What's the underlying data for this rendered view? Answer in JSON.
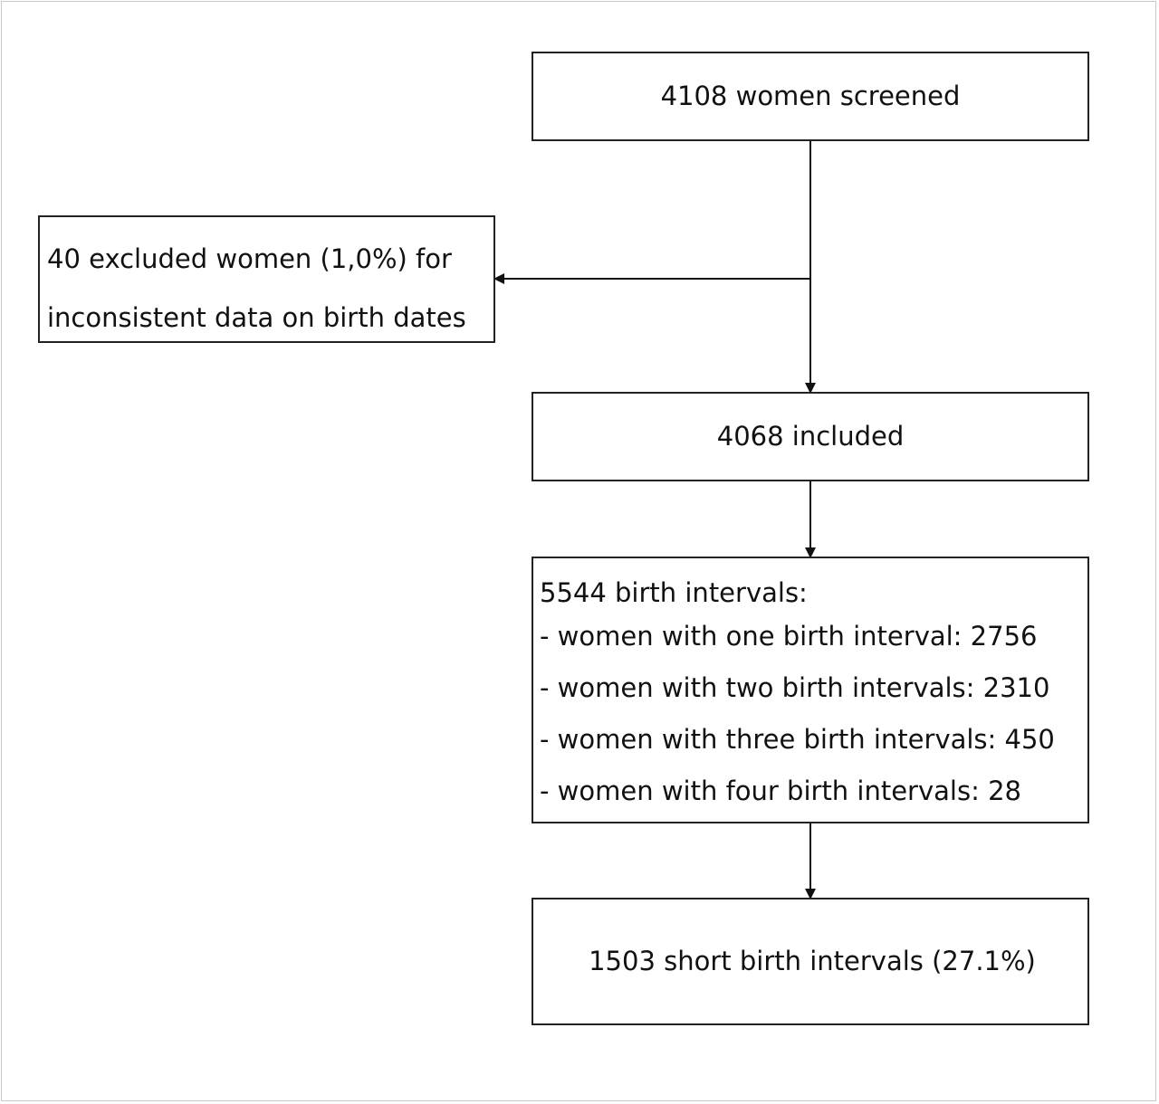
{
  "flowchart": {
    "screened": "4108 women screened",
    "excluded": {
      "line1": "40 excluded women (1,0%) for",
      "line2": "inconsistent data on birth dates"
    },
    "included": "4068 included",
    "intervals": {
      "heading": "5544 birth intervals:",
      "items": [
        "- women with one birth interval: 2756",
        "- women with two birth intervals: 2310",
        "- women with three birth intervals: 450",
        "- women with four birth intervals: 28"
      ]
    },
    "short": "1503 short birth intervals (27.1%)"
  }
}
